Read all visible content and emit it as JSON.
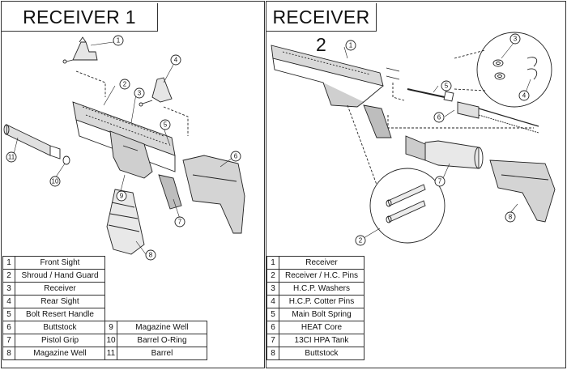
{
  "receiver1": {
    "title": "RECEIVER 1",
    "callouts": [
      "1",
      "2",
      "3",
      "4",
      "5",
      "6",
      "7",
      "8",
      "9",
      "10",
      "11"
    ],
    "parts": [
      {
        "num": "1",
        "name": "Front Sight"
      },
      {
        "num": "2",
        "name": "Shroud / Hand Guard"
      },
      {
        "num": "3",
        "name": "Receiver"
      },
      {
        "num": "4",
        "name": "Rear Sight"
      },
      {
        "num": "5",
        "name": "Bolt Resert Handle"
      },
      {
        "num": "6",
        "name": "Buttstock"
      },
      {
        "num": "7",
        "name": "Pistol Grip"
      },
      {
        "num": "8",
        "name": "Magazine Well"
      }
    ],
    "parts_extra": [
      {
        "num": "9",
        "name": "Magazine Well"
      },
      {
        "num": "10",
        "name": "Barrel O-Ring"
      },
      {
        "num": "11",
        "name": "Barrel"
      }
    ]
  },
  "receiver2": {
    "title": "RECEIVER 2",
    "callouts": [
      "1",
      "2",
      "3",
      "4",
      "5",
      "6",
      "7",
      "8"
    ],
    "parts": [
      {
        "num": "1",
        "name": "Receiver"
      },
      {
        "num": "2",
        "name": "Receiver / H.C. Pins"
      },
      {
        "num": "3",
        "name": "H.C.P. Washers"
      },
      {
        "num": "4",
        "name": "H.C.P. Cotter Pins"
      },
      {
        "num": "5",
        "name": "Main Bolt Spring"
      },
      {
        "num": "6",
        "name": "HEAT Core"
      },
      {
        "num": "7",
        "name": "13CI HPA Tank"
      },
      {
        "num": "8",
        "name": "Buttstock"
      }
    ]
  }
}
